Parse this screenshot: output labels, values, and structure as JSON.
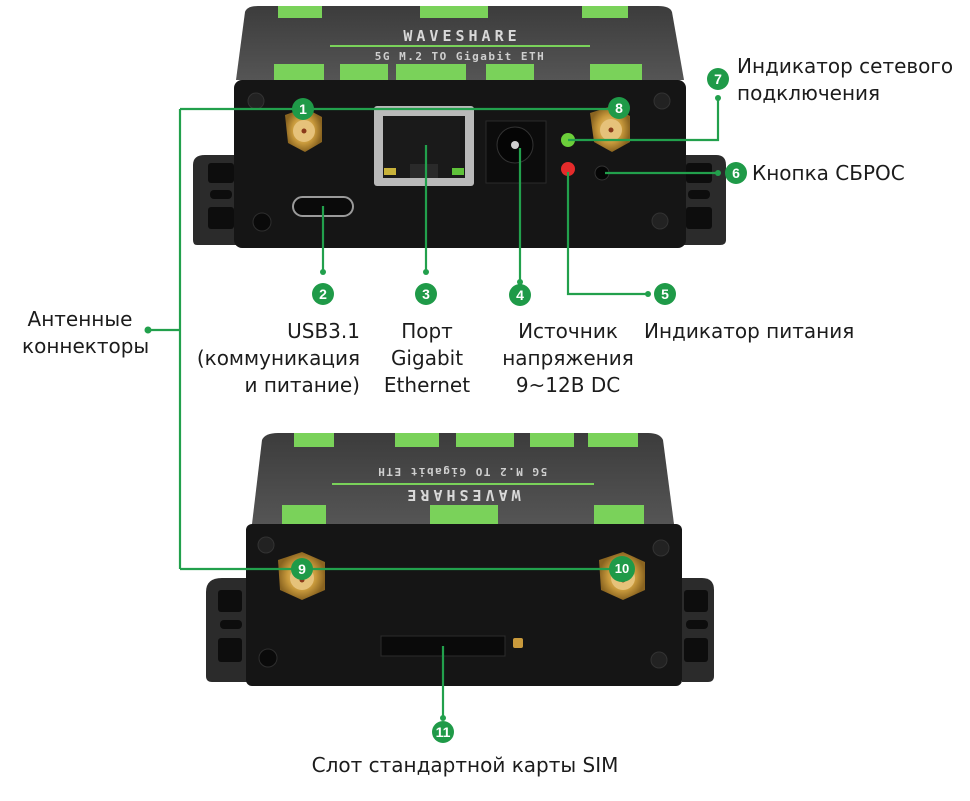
{
  "colors": {
    "accent": "#1f9a48",
    "leader": "#22a04c",
    "device_body": "#141414",
    "device_top": "#4a4a4a",
    "label_green": "#7ad25a",
    "bracket": "#2a2a2a",
    "led_green": "#6ccf3a",
    "led_red": "#e52b2b",
    "gold": "#c99a3c"
  },
  "device": {
    "brand": "WAVESHARE",
    "model": "5G M.2 TO Gigabit ETH"
  },
  "callouts": [
    {
      "num": "1",
      "text": [
        "Антенные",
        "коннекторы"
      ]
    },
    {
      "num": "2",
      "text": [
        "USB3.1",
        "(коммуникация",
        "и питание)"
      ]
    },
    {
      "num": "3",
      "text": [
        "Порт",
        "Gigabit",
        "Ethernet"
      ]
    },
    {
      "num": "4",
      "text": [
        "Источник",
        "напряжения",
        "9~12В DC"
      ]
    },
    {
      "num": "5",
      "text": [
        "Индикатор питания"
      ]
    },
    {
      "num": "6",
      "text": [
        "Кнопка СБРОС"
      ]
    },
    {
      "num": "7",
      "text": [
        "Индикатор сетевого",
        "подключения"
      ]
    },
    {
      "num": "8",
      "text": []
    },
    {
      "num": "9",
      "text": []
    },
    {
      "num": "10",
      "text": []
    },
    {
      "num": "11",
      "text": [
        "Слот стандартной карты SIM"
      ]
    }
  ]
}
